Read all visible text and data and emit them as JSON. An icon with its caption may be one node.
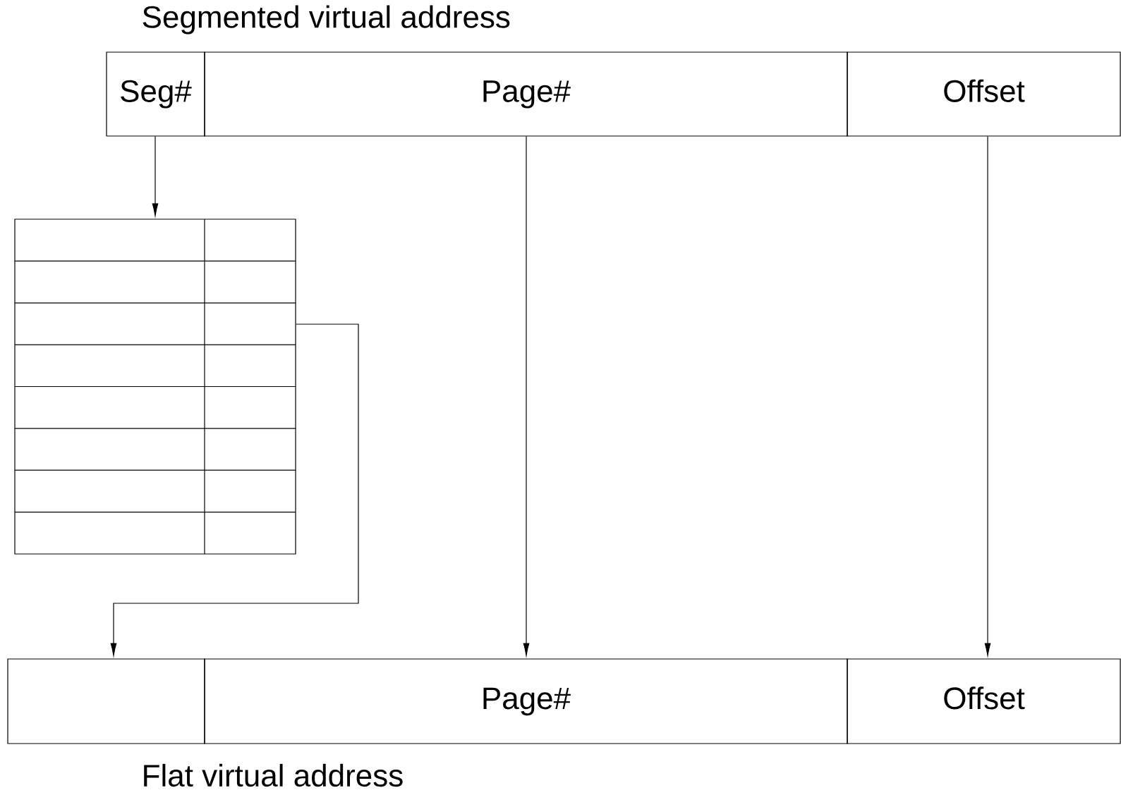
{
  "diagram": {
    "nodes": [
      {
        "text": [
          "Seg#"
        ]
      },
      {
        "text": [
          "Page#"
        ]
      },
      {
        "text": [
          "Offset"
        ]
      },
      {
        "text": [],
        "shape": "box"
      },
      {
        "text": [],
        "shape": "box"
      },
      {
        "text": [
          "Page#"
        ]
      },
      {
        "text": [
          "Offset"
        ]
      }
    ],
    "edges": [
      {
        "from": 0,
        "to": 3,
        "arrow": "to"
      },
      {
        "from": 3,
        "to": 4,
        "arrow": "to"
      },
      {
        "from": 1,
        "to": 5,
        "arrow": "to"
      },
      {
        "from": 2,
        "to": 6,
        "arrow": "to"
      }
    ],
    "labels": [
      "Segmented virtual address",
      "Flat virtual address"
    ]
  }
}
